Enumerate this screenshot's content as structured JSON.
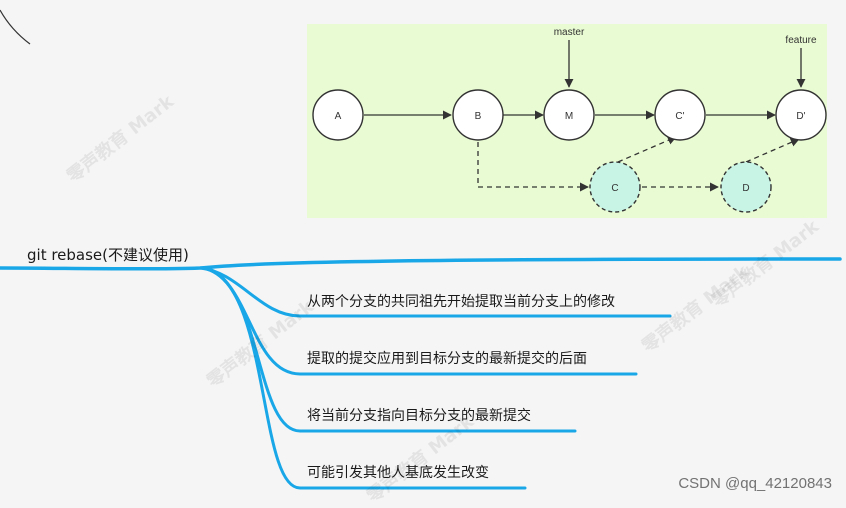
{
  "diagram": {
    "background": "#e9fbd2",
    "nodes": [
      {
        "id": "A",
        "label": "A",
        "style": "commit"
      },
      {
        "id": "B",
        "label": "B",
        "style": "commit"
      },
      {
        "id": "M",
        "label": "M",
        "style": "commit"
      },
      {
        "id": "C2",
        "label": "C'",
        "style": "commit"
      },
      {
        "id": "D2",
        "label": "D'",
        "style": "commit"
      },
      {
        "id": "C",
        "label": "C",
        "style": "old"
      },
      {
        "id": "D",
        "label": "D",
        "style": "old"
      }
    ],
    "refs": [
      {
        "label": "master",
        "target": "M"
      },
      {
        "label": "feature",
        "target": "D2"
      }
    ],
    "old_color": "#c8f4e6"
  },
  "mindmap": {
    "root": "git rebase(不建议使用)",
    "line_color": "#19a7e8",
    "branches": [
      "从两个分支的共同祖先开始提取当前分支上的修改",
      "提取的提交应用到目标分支的最新提交的后面",
      "将当前分支指向目标分支的最新提交",
      "可能引发其他人基底发生改变"
    ]
  },
  "watermark": "零声教育 Mark",
  "credit": "CSDN @qq_42120843"
}
